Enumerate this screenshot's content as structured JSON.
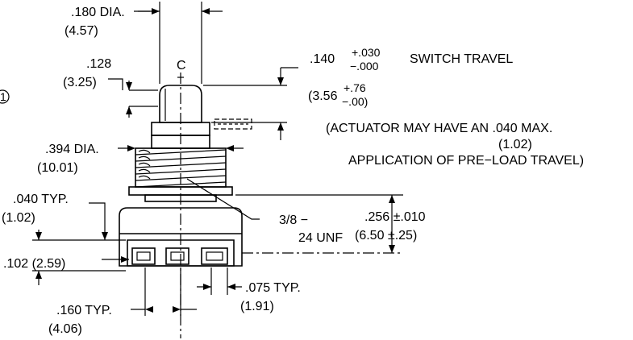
{
  "dimensions": {
    "diameter_top": {
      "inch": ".180 DIA.",
      "mm": "(4.57)"
    },
    "height_128": {
      "inch": ".128",
      "mm": "(3.25)"
    },
    "centerline": "C",
    "switch_travel": {
      "inch_base": ".140",
      "inch_plus": "+.030",
      "inch_minus": "−.000",
      "label": "SWITCH TRAVEL",
      "mm_base": "(3.56",
      "mm_plus": "+.76",
      "mm_minus": "−.00)"
    },
    "preload_note": {
      "line1": "(ACTUATOR MAY HAVE AN .040 MAX.",
      "line2": "(1.02)",
      "line3": "APPLICATION OF PRE−LOAD TRAVEL)"
    },
    "thread_diameter": {
      "inch": ".394 DIA.",
      "mm": "(10.01)"
    },
    "thickness_040": {
      "inch": ".040 TYP.",
      "mm": "(1.02)"
    },
    "thread_spec": {
      "line1": "3/8 −",
      "line2": "24 UNF"
    },
    "height_256": {
      "inch": ".256 ±.010",
      "mm": "(6.50 ±.25)"
    },
    "height_102": {
      "text": ".102 (2.59)"
    },
    "pitch_075": {
      "inch": ".075 TYP.",
      "mm": "(1.91)"
    },
    "pitch_160": {
      "inch": ".160 TYP.",
      "mm": "(4.06)"
    },
    "callout_marker": "1"
  }
}
